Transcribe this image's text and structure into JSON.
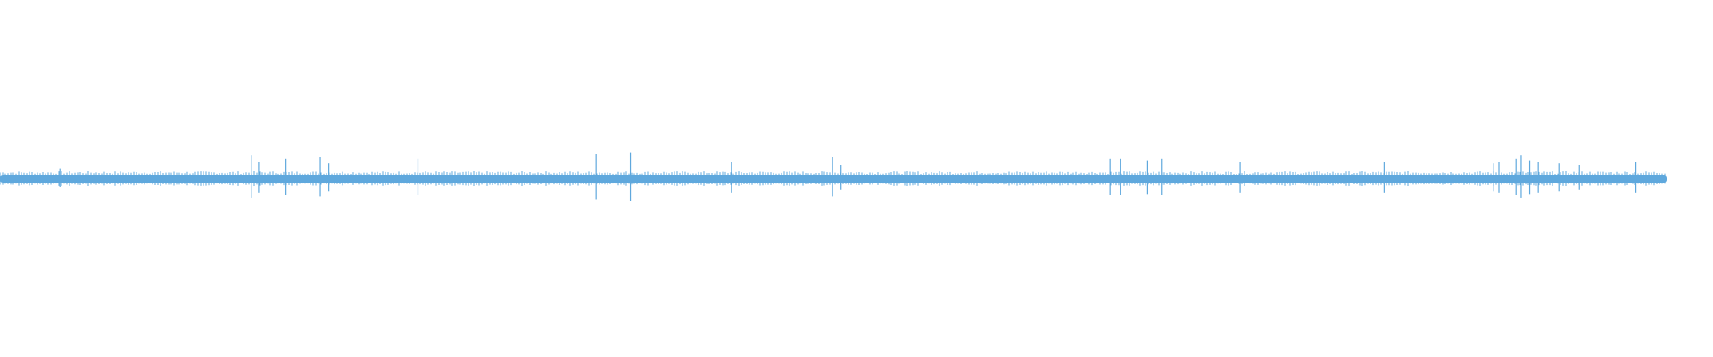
{
  "waveform": {
    "color": "#5fa8dd",
    "spike_positions_fraction": [
      0.035,
      0.147,
      0.151,
      0.167,
      0.187,
      0.192,
      0.244,
      0.348,
      0.368,
      0.427,
      0.486,
      0.491,
      0.648,
      0.654,
      0.67,
      0.678,
      0.724,
      0.808,
      0.872,
      0.875,
      0.885,
      0.888,
      0.893,
      0.898,
      0.91,
      0.922,
      0.955
    ],
    "spike_amplitude": [
      0.15,
      0.55,
      0.35,
      0.45,
      0.5,
      0.3,
      0.45,
      0.6,
      0.65,
      0.35,
      0.5,
      0.25,
      0.45,
      0.45,
      0.4,
      0.45,
      0.35,
      0.35,
      0.3,
      0.35,
      0.45,
      0.55,
      0.4,
      0.35,
      0.3,
      0.25,
      0.35
    ]
  }
}
